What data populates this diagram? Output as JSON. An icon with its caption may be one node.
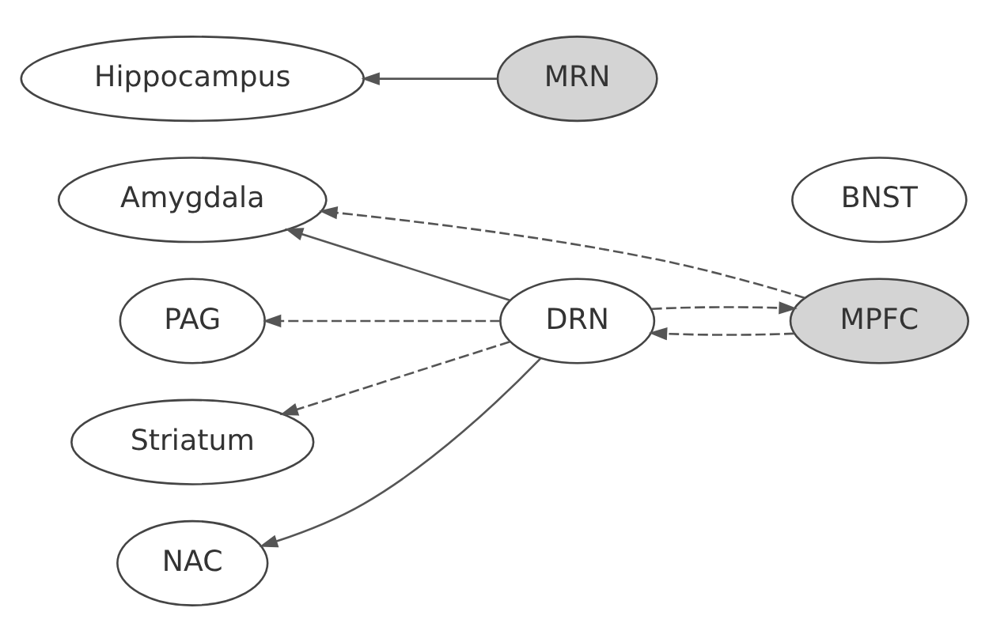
{
  "diagram": {
    "nodes": [
      {
        "text": [
          "MPFC"
        ]
      },
      {
        "text": [
          "Amygdala"
        ]
      },
      {
        "text": [
          "BNST"
        ]
      },
      {
        "text": [
          "PAG"
        ]
      },
      {
        "text": [
          "Striatum"
        ]
      },
      {
        "text": [
          "NAC"
        ]
      },
      {
        "text": [
          "DRN"
        ]
      },
      {
        "text": [
          "MRN"
        ]
      },
      {
        "text": [
          "Hippocampus"
        ]
      }
    ],
    "edges": [
      {
        "from": 0,
        "to": 1,
        "arrow": "to",
        "style": "dashed"
      },
      {
        "from": 6,
        "to": 0,
        "arrow": "to",
        "style": "dashed"
      },
      {
        "from": 0,
        "to": 6,
        "arrow": "to",
        "style": "dashed"
      },
      {
        "from": 6,
        "to": 1,
        "arrow": "to"
      },
      {
        "from": 6,
        "to": 3,
        "arrow": "to",
        "style": "dashed"
      },
      {
        "from": 6,
        "to": 4,
        "arrow": "to",
        "style": "dashed"
      },
      {
        "from": 6,
        "to": 5,
        "arrow": "to"
      },
      {
        "from": 7,
        "to": 8,
        "arrow": "to"
      }
    ]
  }
}
